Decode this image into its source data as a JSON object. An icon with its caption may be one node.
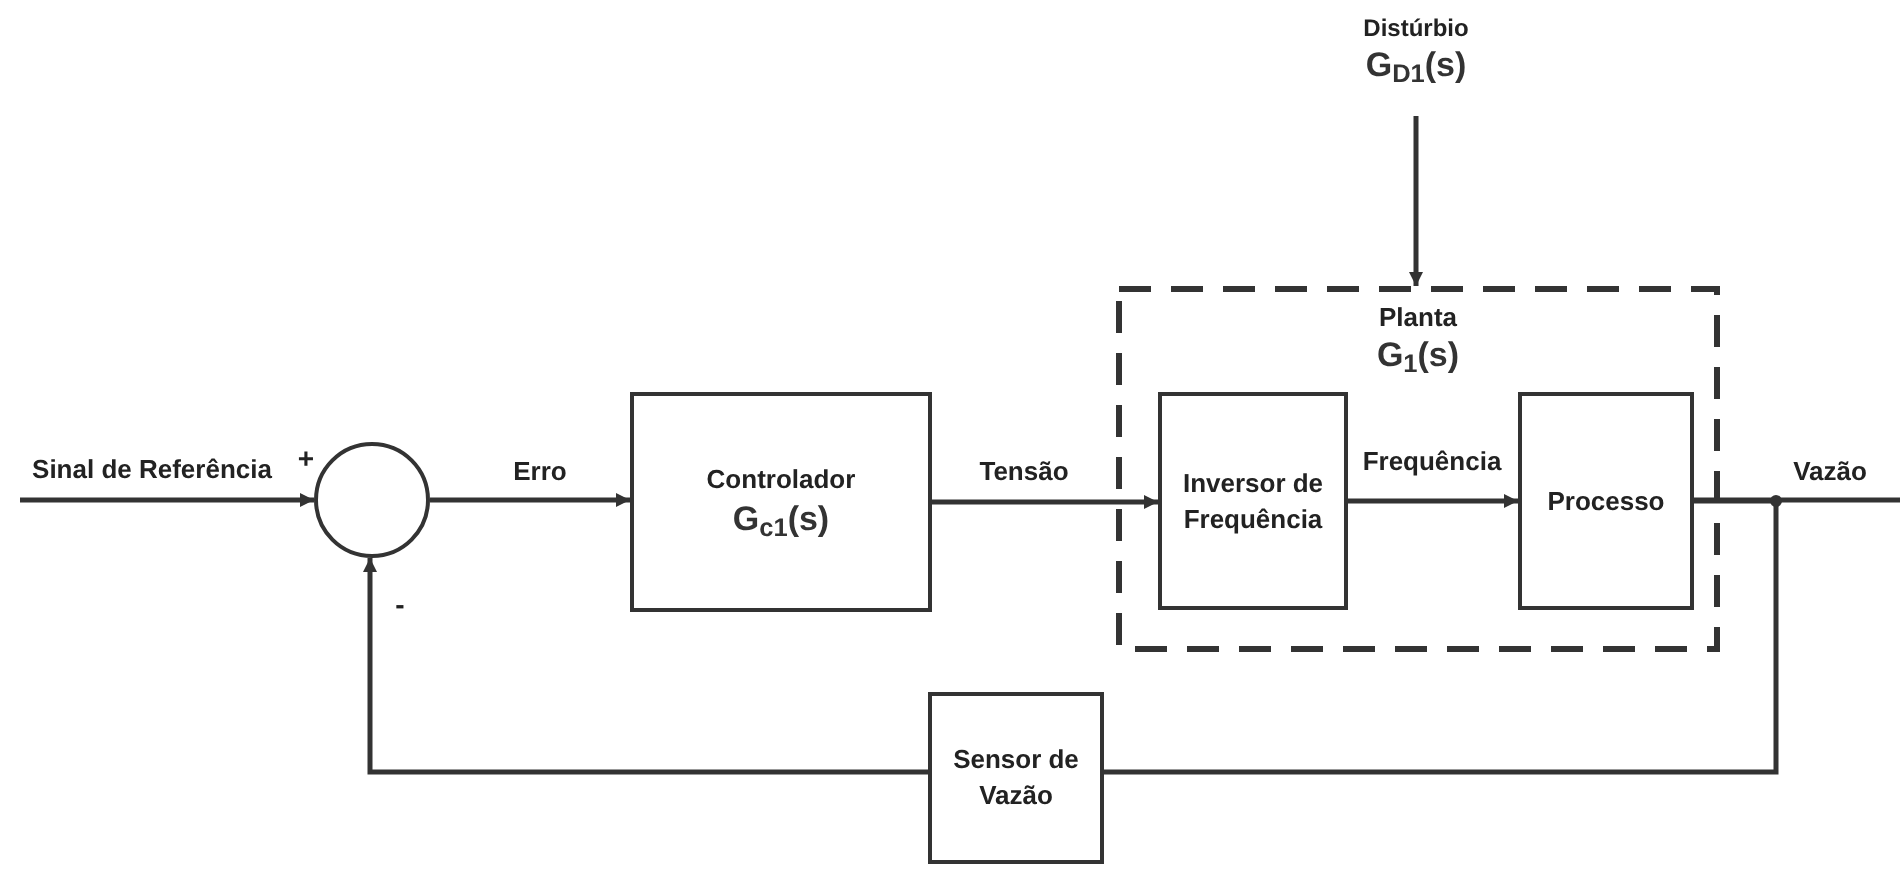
{
  "diagram": {
    "nodes": [
      {
        "text": [],
        "shape": "circle",
        "beside": [
          "+",
          "-"
        ]
      },
      {
        "text": [
          "Controlador",
          "G$_{c1}$(s)"
        ]
      },
      {
        "text": [
          "Planta",
          "G$_{1}$(s)"
        ]
      },
      {
        "text": [
          "Inversor de Frequência"
        ],
        "in": 2
      },
      {
        "text": [
          "Processo"
        ],
        "in": 2
      },
      {
        "text": [
          "Sensor de Vazão"
        ]
      },
      {
        "text": [
          "Distúrbio",
          "G$_{D1}$(s)"
        ]
      }
    ],
    "edges": [
      {
        "from": null,
        "to": 0,
        "arrow": "to",
        "label": "Sinal de Referência"
      },
      {
        "from": 0,
        "to": 1,
        "arrow": "to",
        "label": "Erro"
      },
      {
        "from": 1,
        "to": 3,
        "arrow": "to",
        "label": "Tensão"
      },
      {
        "from": 3,
        "to": 4,
        "arrow": "to",
        "label": "Frequência"
      },
      {
        "from": 4,
        "to": null,
        "arrow": "none",
        "label": "Vazão"
      },
      {
        "from": 4,
        "to": 5,
        "arrow": "none"
      },
      {
        "from": 5,
        "to": 0,
        "arrow": "to"
      },
      {
        "from": 6,
        "to": 2,
        "arrow": "to"
      }
    ]
  }
}
